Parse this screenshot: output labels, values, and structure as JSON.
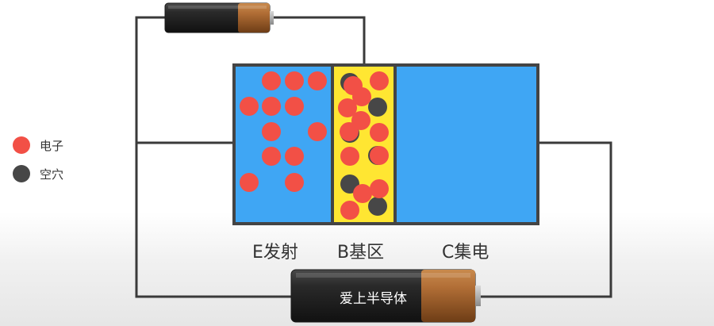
{
  "legend": {
    "electron": {
      "label": "电子",
      "color": "#f25046"
    },
    "hole": {
      "label": "空穴",
      "color": "#474747"
    }
  },
  "regions": {
    "emitter": {
      "label": "E发射",
      "color": "#3fa6f4"
    },
    "base": {
      "label": "B基区",
      "color": "#ffe632"
    },
    "collector": {
      "label": "C集电",
      "color": "#3fa6f4"
    }
  },
  "battery_label": "爱上半导体",
  "colors": {
    "wire": "#3a3a3a",
    "border": "#444444"
  }
}
